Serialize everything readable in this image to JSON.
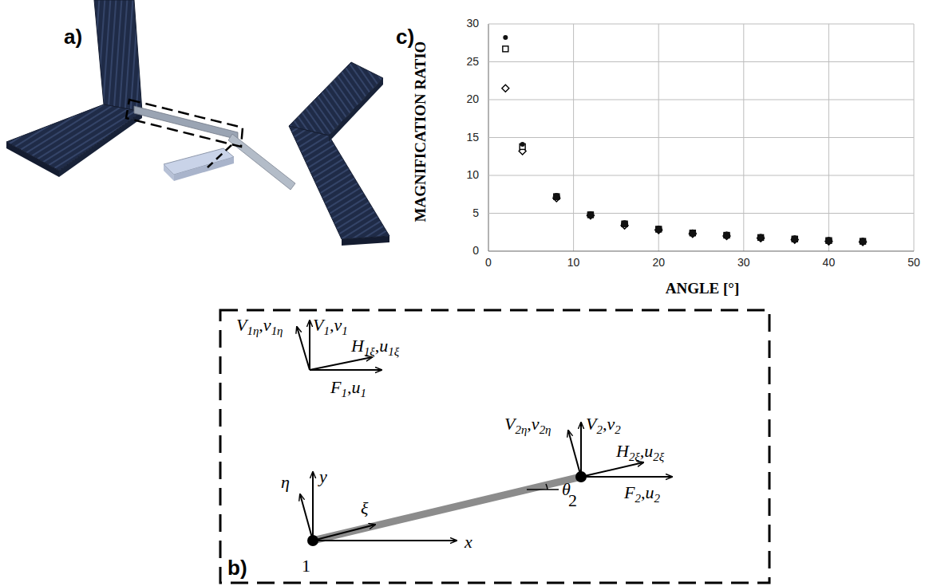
{
  "diagram": {
    "labels": [
      "a)",
      "c)",
      "MAGNIFICATION RATIO",
      "30",
      "25",
      "20",
      "15",
      "10",
      "5",
      "0",
      "0",
      "10",
      "20",
      "30",
      "40",
      "50",
      "ANGLE [°]",
      "b)",
      "V1η,v1η",
      "V1,v1",
      "H1ξ,u1ξ",
      "F1,u1",
      "y",
      "η",
      "ξ",
      "x",
      "1",
      "V2η,v2η",
      "V2,v2",
      "H2ξ,u2ξ",
      "F2,u2",
      "2",
      "θ"
    ]
  }
}
